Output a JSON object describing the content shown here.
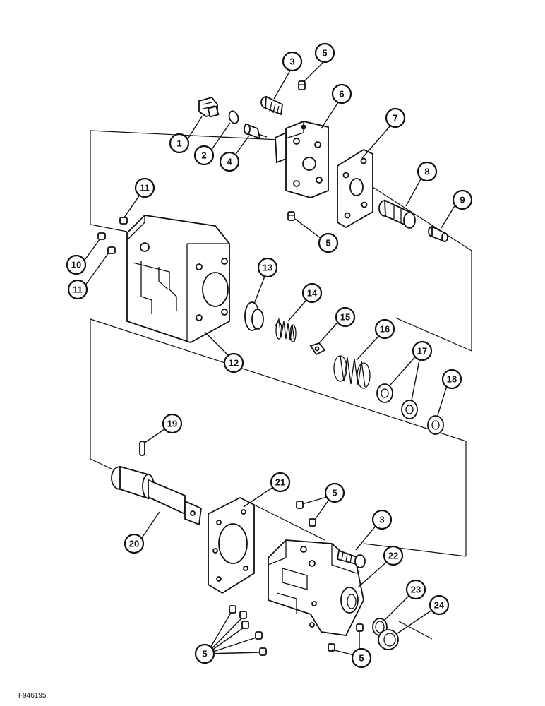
{
  "figure": {
    "code": "F946195"
  },
  "callouts": [
    {
      "id": "c1",
      "text": "1"
    },
    {
      "id": "c2",
      "text": "2"
    },
    {
      "id": "c3a",
      "text": "3"
    },
    {
      "id": "c4",
      "text": "4"
    },
    {
      "id": "c5a",
      "text": "5"
    },
    {
      "id": "c5b",
      "text": "5"
    },
    {
      "id": "c6",
      "text": "6"
    },
    {
      "id": "c7",
      "text": "7"
    },
    {
      "id": "c8",
      "text": "8"
    },
    {
      "id": "c9",
      "text": "9"
    },
    {
      "id": "c10",
      "text": "10"
    },
    {
      "id": "c11a",
      "text": "11"
    },
    {
      "id": "c11b",
      "text": "11"
    },
    {
      "id": "c12",
      "text": "12"
    },
    {
      "id": "c13",
      "text": "13"
    },
    {
      "id": "c14",
      "text": "14"
    },
    {
      "id": "c15",
      "text": "15"
    },
    {
      "id": "c16",
      "text": "16"
    },
    {
      "id": "c17",
      "text": "17"
    },
    {
      "id": "c18",
      "text": "18"
    },
    {
      "id": "c19",
      "text": "19"
    },
    {
      "id": "c20",
      "text": "20"
    },
    {
      "id": "c21",
      "text": "21"
    },
    {
      "id": "c5c",
      "text": "5"
    },
    {
      "id": "c3b",
      "text": "3"
    },
    {
      "id": "c22",
      "text": "22"
    },
    {
      "id": "c23",
      "text": "23"
    },
    {
      "id": "c24",
      "text": "24"
    },
    {
      "id": "c5d",
      "text": "5"
    },
    {
      "id": "c5e",
      "text": "5"
    }
  ]
}
